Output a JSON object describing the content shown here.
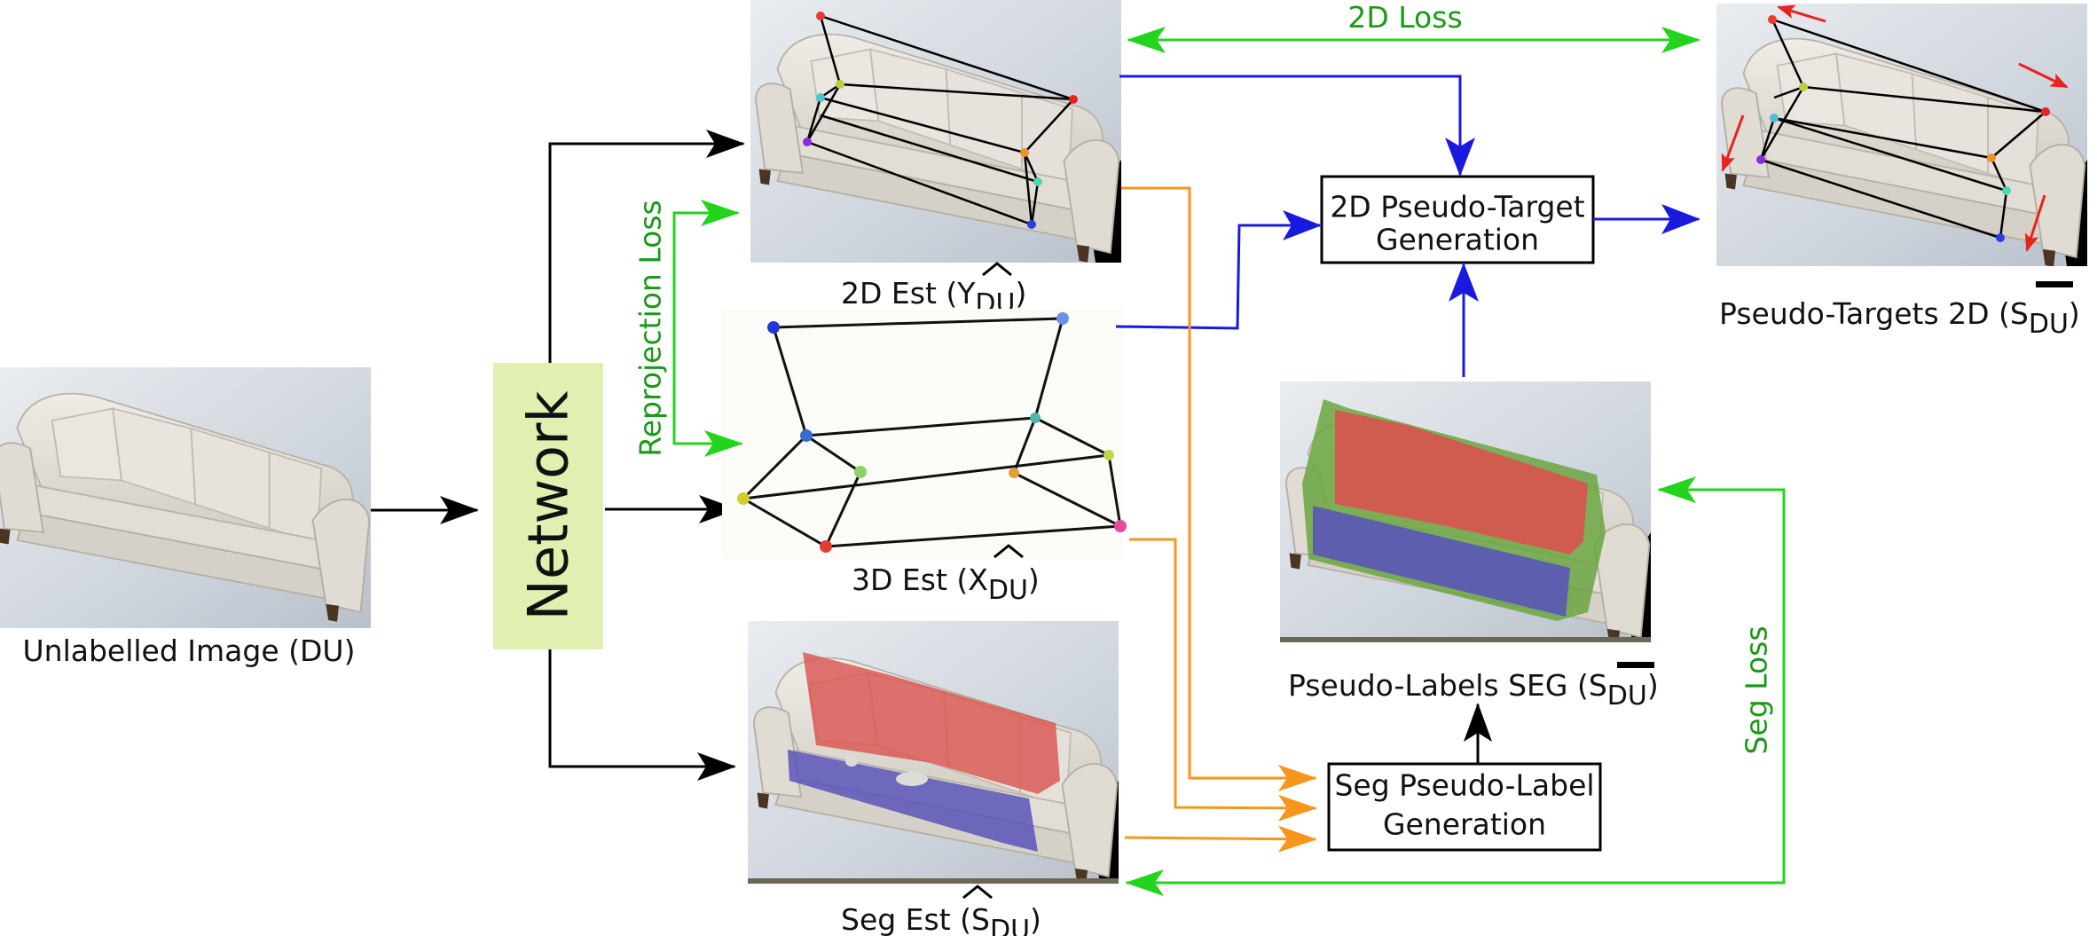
{
  "colors": {
    "black_arrow": "#000000",
    "blue_arrow": "#1a1adf",
    "orange_arrow": "#f7961c",
    "green_arrow": "#23d41c",
    "green_text": "#1a9a17",
    "network_fill": "#dff0b0",
    "seg_red": "#d9534f",
    "seg_blue": "#5b55b8",
    "seg_green": "#6aa641"
  },
  "labels": {
    "input_image": "Unlabelled Image (DU)",
    "network": "Network",
    "est2d_main": "2D Est (Y",
    "est3d_main": "3D Est (X",
    "seg_est_main": "Seg Est (S",
    "du": "DU",
    "close_paren": ")",
    "pseudo_targets_main": "Pseudo-Targets 2D (S",
    "pseudo_labels_main": "Pseudo-Labels SEG (S",
    "loss_2d": "2D Loss",
    "loss_reprojection": "Reprojection Loss",
    "loss_seg": "Seg Loss"
  },
  "boxes": {
    "target_gen": [
      "2D Pseudo-Target",
      "Generation"
    ],
    "label_gen": [
      "Seg Pseudo-Label",
      "Generation"
    ]
  },
  "icons": {
    "hat": "circumflex-accent",
    "bar": "overline-bar"
  }
}
